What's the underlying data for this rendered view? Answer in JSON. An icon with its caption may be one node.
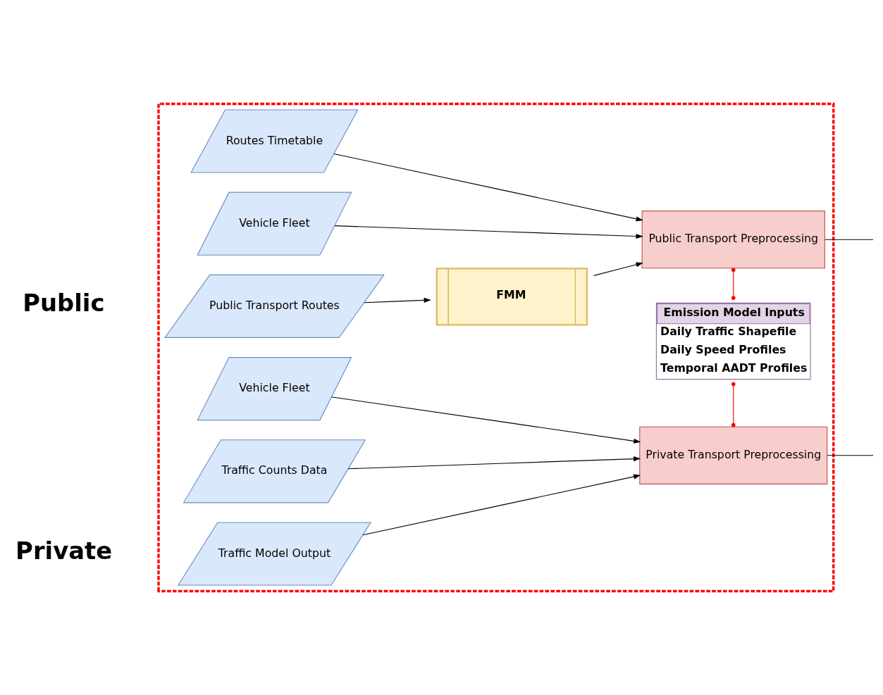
{
  "diagram": {
    "nodes": [
      {
        "text": [],
        "shape": "box"
      },
      {
        "text": [
          "Vehicle Fleet"
        ],
        "in": 0
      },
      {
        "text": [
          "Traffic Model Output"
        ],
        "in": 0
      },
      {
        "text": [
          "Traffic Counts Data"
        ],
        "in": 0
      },
      {
        "text": [
          "Private Transport Preprocessing"
        ],
        "in": 0
      },
      {
        "text": [
          "Emission Model Inputs",
          "Daily Traffic Shapefile",
          "Daily Speed Profiles",
          "Temporal AADT Profiles"
        ],
        "in": 0
      },
      {
        "text": [
          "Routes Timetable"
        ],
        "in": 0
      },
      {
        "text": [
          "Public Transport Routes"
        ],
        "in": 0
      },
      {
        "text": [
          "FMM"
        ],
        "in": 0
      },
      {
        "text": [
          "Public Transport Preprocessing"
        ],
        "in": 0
      },
      {
        "text": [
          "Vehicle Fleet"
        ],
        "in": 0
      }
    ],
    "edges": [
      {
        "from": 1,
        "to": 4,
        "arrow": "to"
      },
      {
        "from": 2,
        "to": 4,
        "arrow": "to"
      },
      {
        "from": 3,
        "to": 4,
        "arrow": "to"
      },
      {
        "from": 4,
        "to": null,
        "arrow": "none"
      },
      {
        "from": 4,
        "to": 5,
        "arrow": "other",
        "color": "#ff0000"
      },
      {
        "from": 5,
        "to": 9,
        "arrow": "other",
        "color": "#ff0000"
      },
      {
        "from": 6,
        "to": 9,
        "arrow": "to"
      },
      {
        "from": 7,
        "to": 8,
        "arrow": "to"
      },
      {
        "from": 8,
        "to": 9,
        "arrow": "to"
      },
      {
        "from": 10,
        "to": 9,
        "arrow": "to"
      },
      {
        "from": 9,
        "to": null,
        "arrow": "none"
      }
    ],
    "labels": [
      "Private",
      "Public"
    ]
  }
}
